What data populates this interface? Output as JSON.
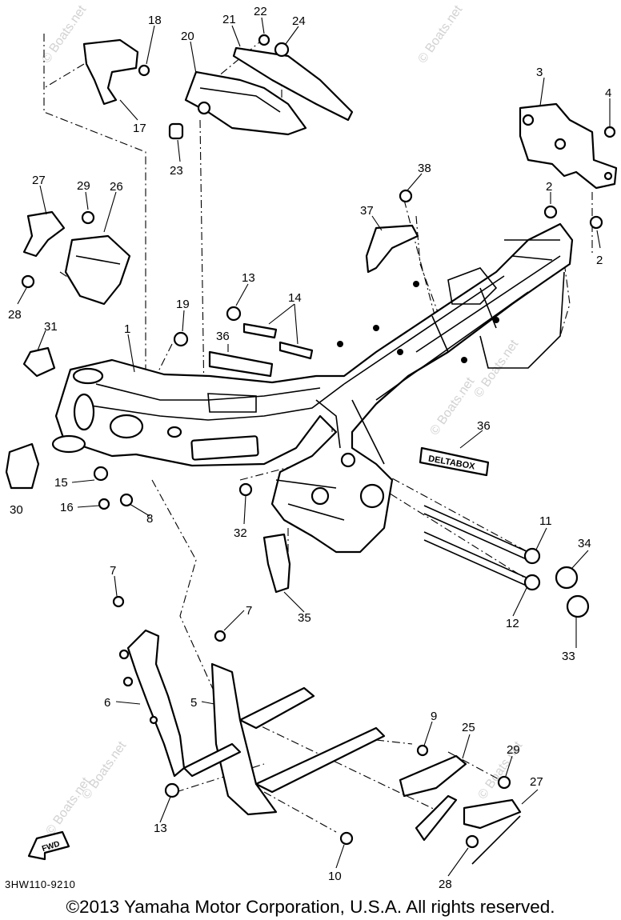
{
  "diagram": {
    "watermark": "© Boats.net",
    "callouts": [
      "1",
      "2",
      "3",
      "4",
      "5",
      "6",
      "7",
      "8",
      "9",
      "10",
      "11",
      "12",
      "13",
      "14",
      "15",
      "16",
      "17",
      "18",
      "19",
      "20",
      "21",
      "22",
      "23",
      "24",
      "25",
      "26",
      "27",
      "28",
      "29",
      "30",
      "31",
      "32",
      "33",
      "34",
      "35",
      "36",
      "37",
      "38"
    ],
    "plate_36_text": "DELTABOX",
    "fwd_text": "FWD",
    "drawing_code": "3HW110-9210",
    "copyright": "©2013 Yamaha Motor Corporation, U.S.A. All rights reserved."
  }
}
